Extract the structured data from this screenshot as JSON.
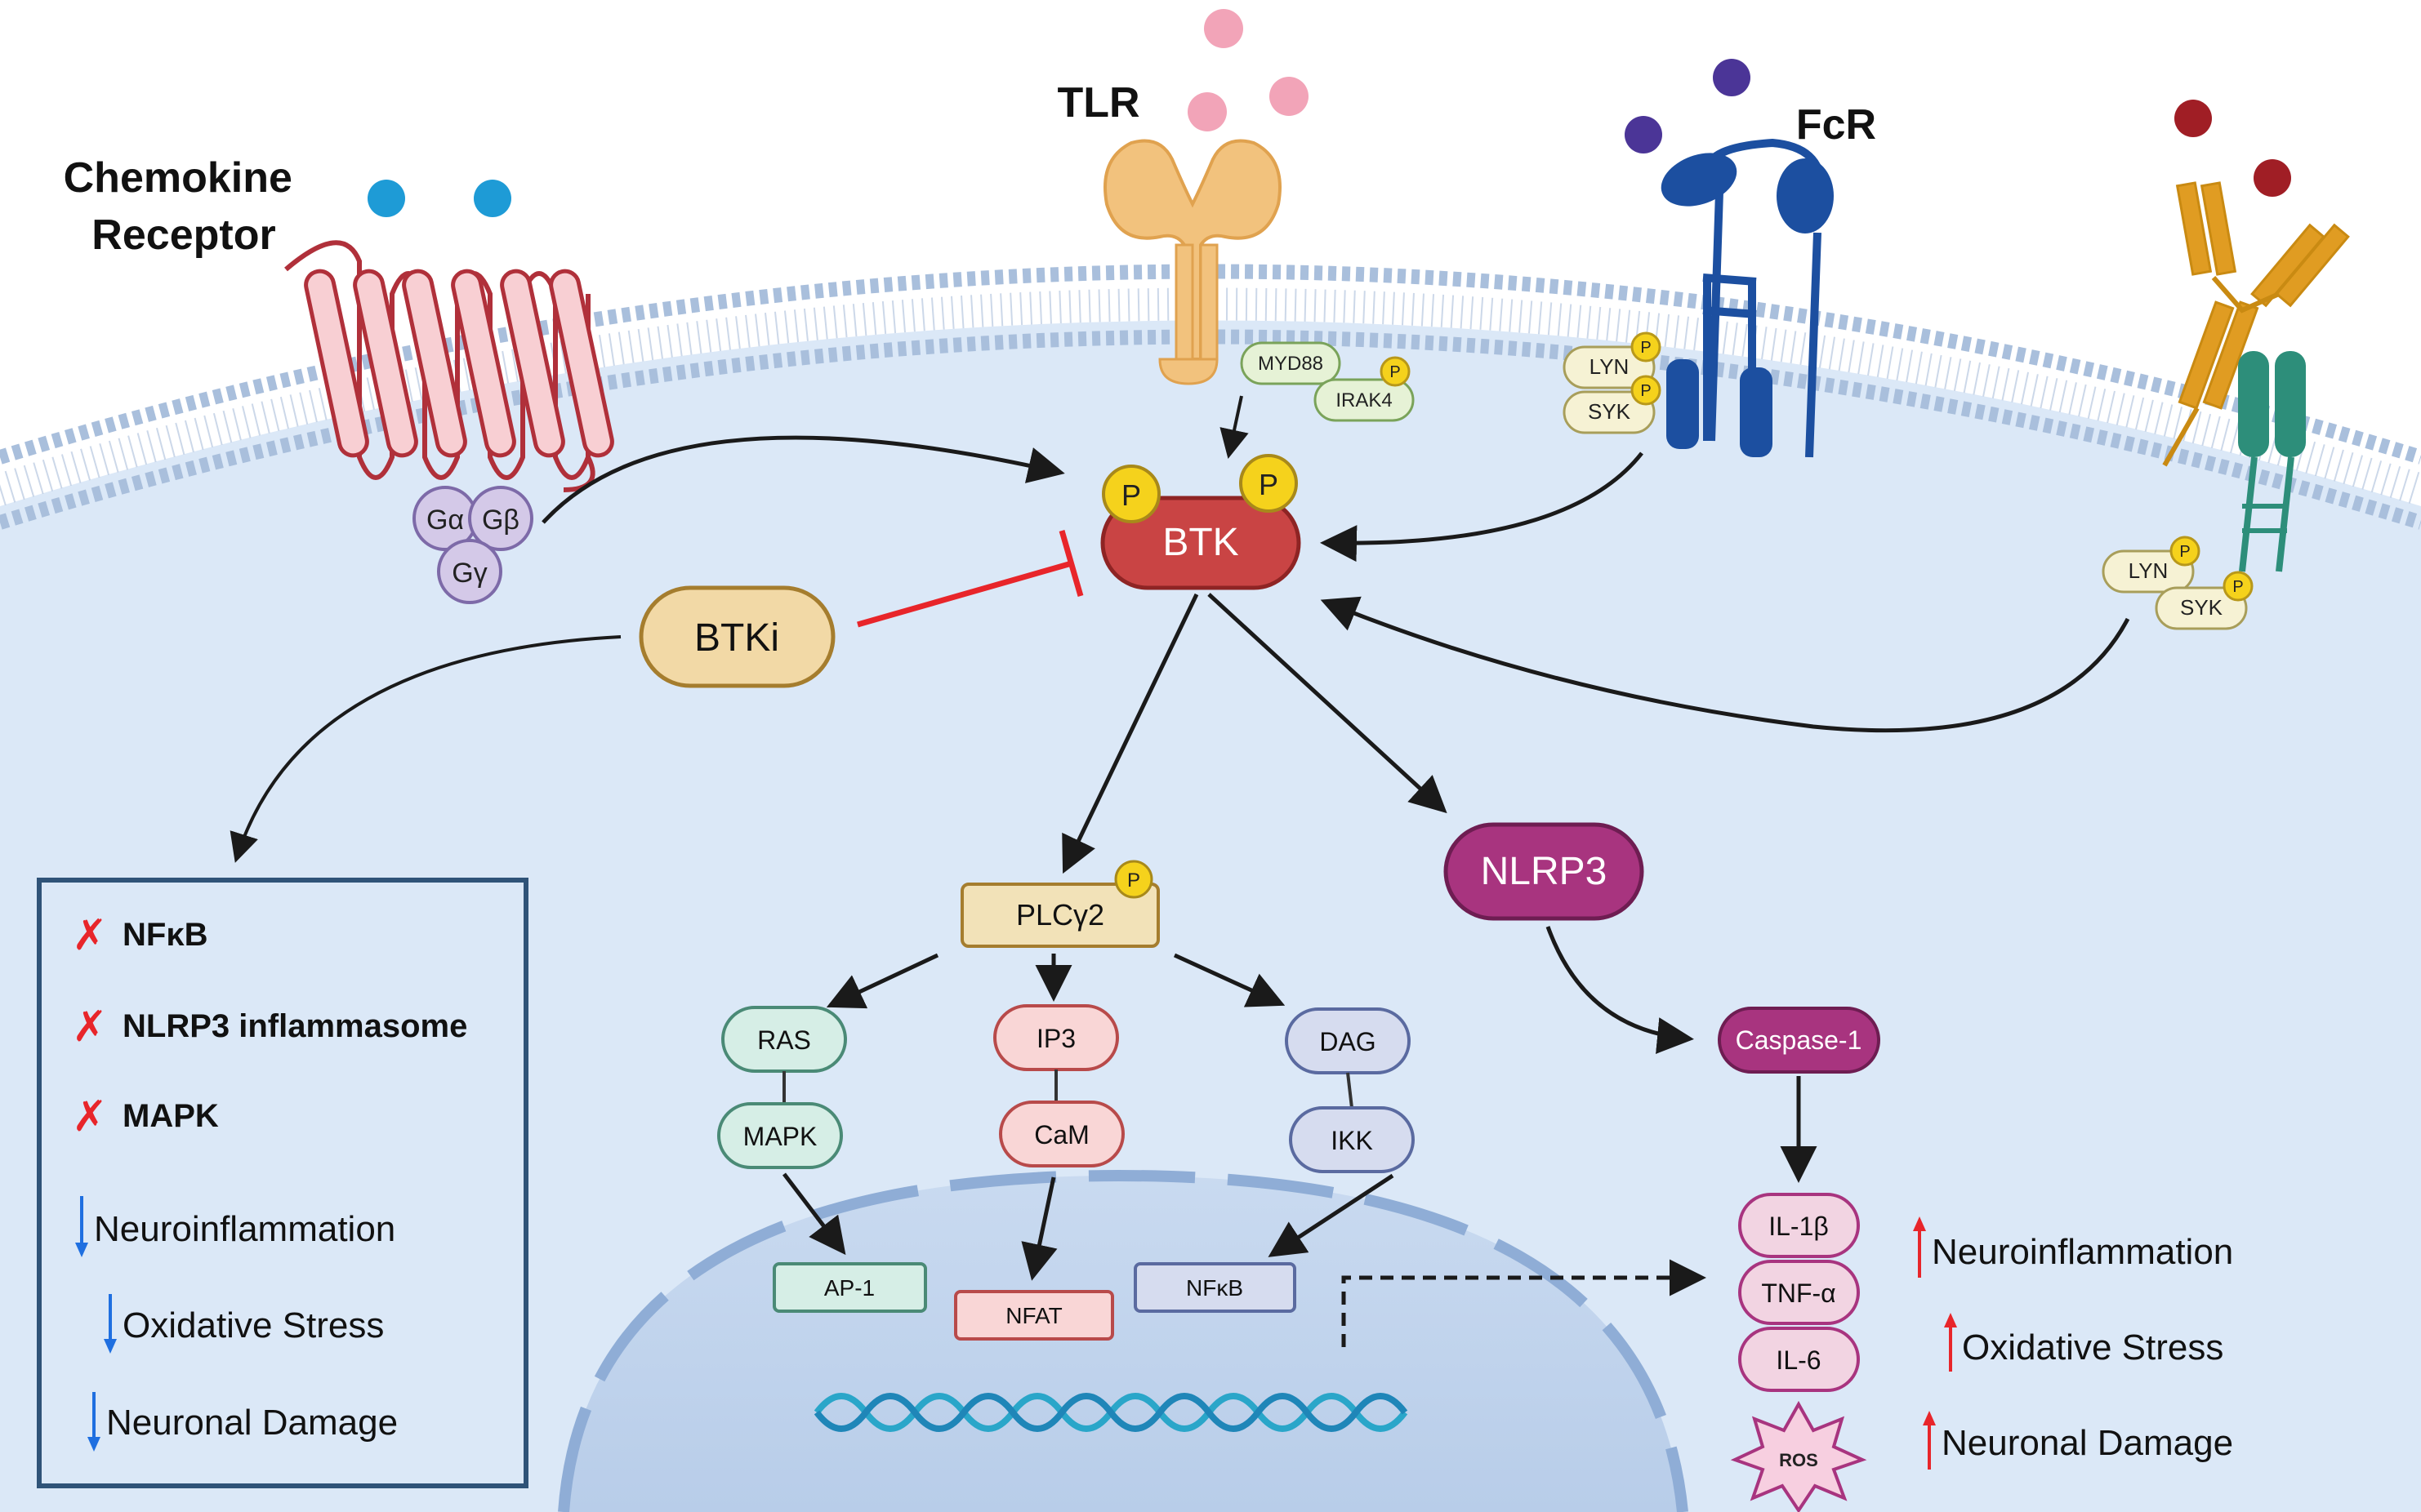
{
  "receptors": {
    "chemokine": "Chemokine\nReceptor",
    "tlr": "TLR",
    "fcr": "FcR"
  },
  "gproteins": {
    "alpha": "Gα",
    "beta": "Gβ",
    "gamma": "Gγ"
  },
  "adaptors": {
    "myd88": "MYD88",
    "irak4": "IRAK4",
    "lyn": "LYN",
    "syk": "SYK",
    "phospho": "P"
  },
  "center": {
    "btk": "BTK",
    "btki": "BTKi",
    "nlrp3": "NLRP3",
    "caspase1": "Caspase-1",
    "plcg2": "PLCγ2"
  },
  "branches": {
    "ras": "RAS",
    "mapk": "MAPK",
    "ip3": "IP3",
    "cam": "CaM",
    "dag": "DAG",
    "ikk": "IKK",
    "ap1": "AP-1",
    "nfat": "NFAT",
    "nfkb": "NFκB"
  },
  "cytokines": [
    "IL-1β",
    "TNF-α",
    "IL-6"
  ],
  "ros": "ROS",
  "inhibited_box": {
    "blocked": [
      "NFκB",
      "NLRP3 inflammasome",
      "MAPK"
    ],
    "reduced": [
      "Neuroinflammation",
      "Oxidative Stress",
      "Neuronal Damage"
    ]
  },
  "increased_effects": [
    "Neuroinflammation",
    "Oxidative Stress",
    "Neuronal Damage"
  ],
  "colors": {
    "cytoplasm": "#dbe8f7",
    "membrane_head": "#a9bfdc",
    "btk": "#c94444",
    "btki": "#f2d9a6",
    "nlrp3": "#a8347f",
    "phospho": "#f5d21c",
    "inhibit": "#e8252a",
    "up_arrow": "#e8252a",
    "down_arrow": "#1f6fe0"
  }
}
